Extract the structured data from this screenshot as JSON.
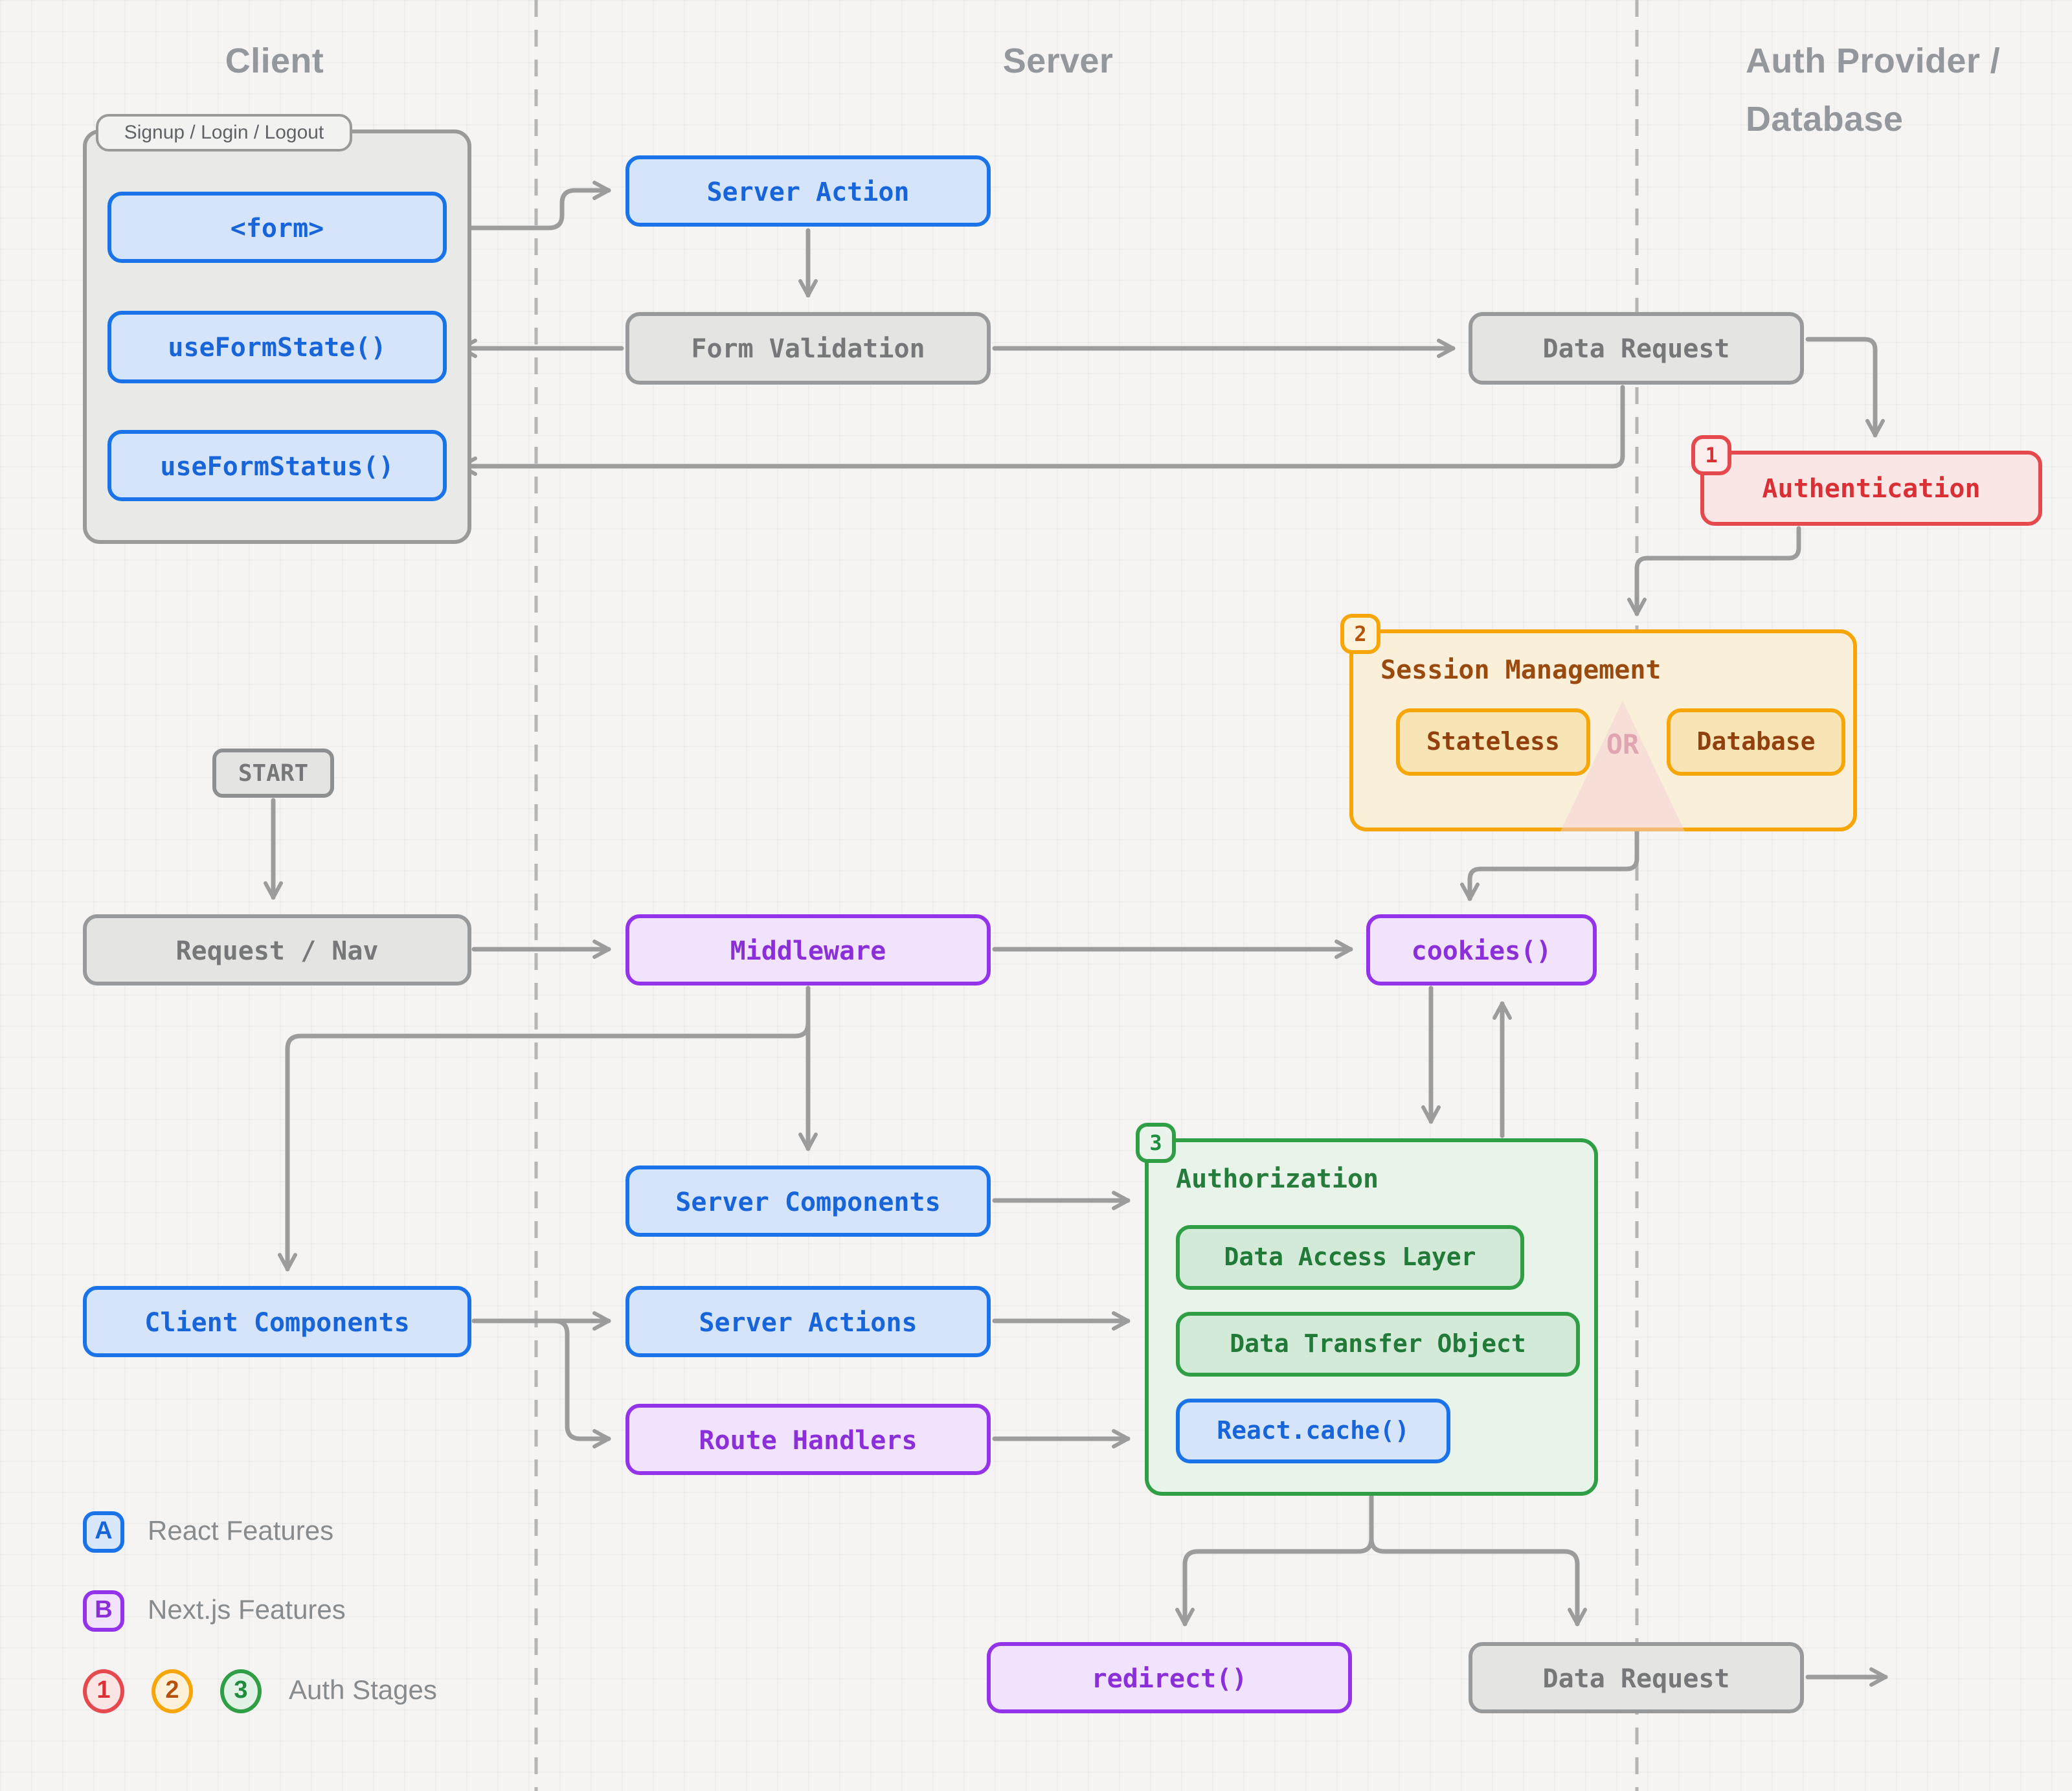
{
  "columns": {
    "client": "Client",
    "server": "Server",
    "auth_provider_line1": "Auth Provider /",
    "auth_provider_line2": "Database"
  },
  "client_group": {
    "label": "Signup / Login / Logout",
    "form": "<form>",
    "use_form_state": "useFormState()",
    "use_form_status": "useFormStatus()"
  },
  "nodes": {
    "server_action": "Server Action",
    "form_validation": "Form Validation",
    "data_request_top": "Data Request",
    "authentication": "Authentication",
    "cookies": "cookies()",
    "start": "START",
    "request_nav": "Request / Nav",
    "middleware": "Middleware",
    "server_components": "Server Components",
    "client_components": "Client Components",
    "server_actions": "Server Actions",
    "route_handlers": "Route Handlers",
    "redirect": "redirect()",
    "data_request_bottom": "Data Request"
  },
  "session_group": {
    "badge": "2",
    "title": "Session Management",
    "stateless": "Stateless",
    "database": "Database",
    "or": "OR"
  },
  "authorization_group": {
    "badge": "3",
    "title": "Authorization",
    "data_access_layer": "Data Access Layer",
    "data_transfer_object": "Data Transfer Object",
    "react_cache": "React.cache()"
  },
  "authentication_badge": "1",
  "legend": {
    "react": {
      "badge": "A",
      "label": "React Features"
    },
    "nextjs": {
      "badge": "B",
      "label": "Next.js Features"
    },
    "stages": {
      "badge1": "1",
      "badge2": "2",
      "badge3": "3",
      "label": "Auth Stages"
    }
  },
  "colors": {
    "react_blue": "#1a73e8",
    "nextjs_purple": "#9333ea",
    "neutral_gray": "#97999b",
    "auth_red": "#e5484d",
    "session_amber": "#f6a609",
    "authorization_green": "#2f9e44",
    "wire_gray": "#9c9c9c",
    "background": "#f5f4f2"
  }
}
